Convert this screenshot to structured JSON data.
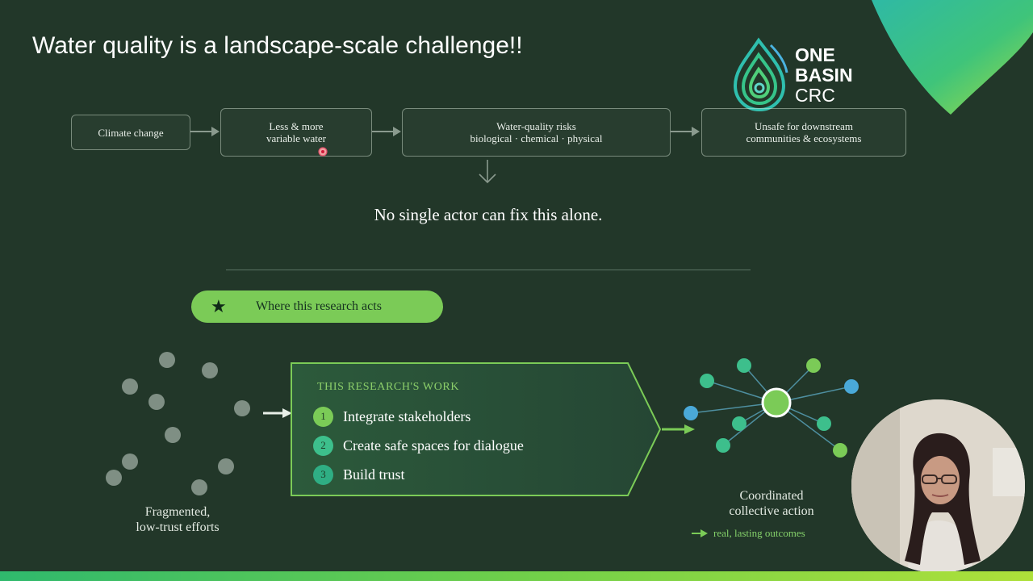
{
  "slide": {
    "title": "Water quality is a landscape-scale challenge!!"
  },
  "logo": {
    "line1": "ONE",
    "line2": "BASIN",
    "line3": "CRC"
  },
  "flow": {
    "boxes": [
      {
        "line1": "Climate change",
        "line2": ""
      },
      {
        "line1": "Less & more",
        "line2": "variable water"
      },
      {
        "line1": "Water-quality risks",
        "line2": "biological · chemical · physical"
      },
      {
        "line1": "Unsafe for downstream",
        "line2": "communities & ecosystems"
      }
    ]
  },
  "tagline": "No single actor can fix this alone.",
  "pill": {
    "icon": "star-icon",
    "label": "Where this research acts"
  },
  "left_caption": {
    "line1": "Fragmented,",
    "line2": "low-trust efforts"
  },
  "research": {
    "heading": "THIS RESEARCH'S WORK",
    "steps": [
      {
        "num": "1",
        "text": "Integrate stakeholders",
        "color": "#7bcb57"
      },
      {
        "num": "2",
        "text": "Create safe spaces for dialogue",
        "color": "#3dbf8c"
      },
      {
        "num": "3",
        "text": "Build trust",
        "color": "#2fae84"
      }
    ]
  },
  "right_caption": {
    "line1": "Coordinated",
    "line2": "collective action",
    "outcome": "real, lasting outcomes"
  },
  "colors": {
    "background": "#223729",
    "accent_green": "#7bcb57",
    "teal": "#3dbf8c",
    "blue": "#4aa9d8",
    "gray_dot": "#7f8f84"
  }
}
